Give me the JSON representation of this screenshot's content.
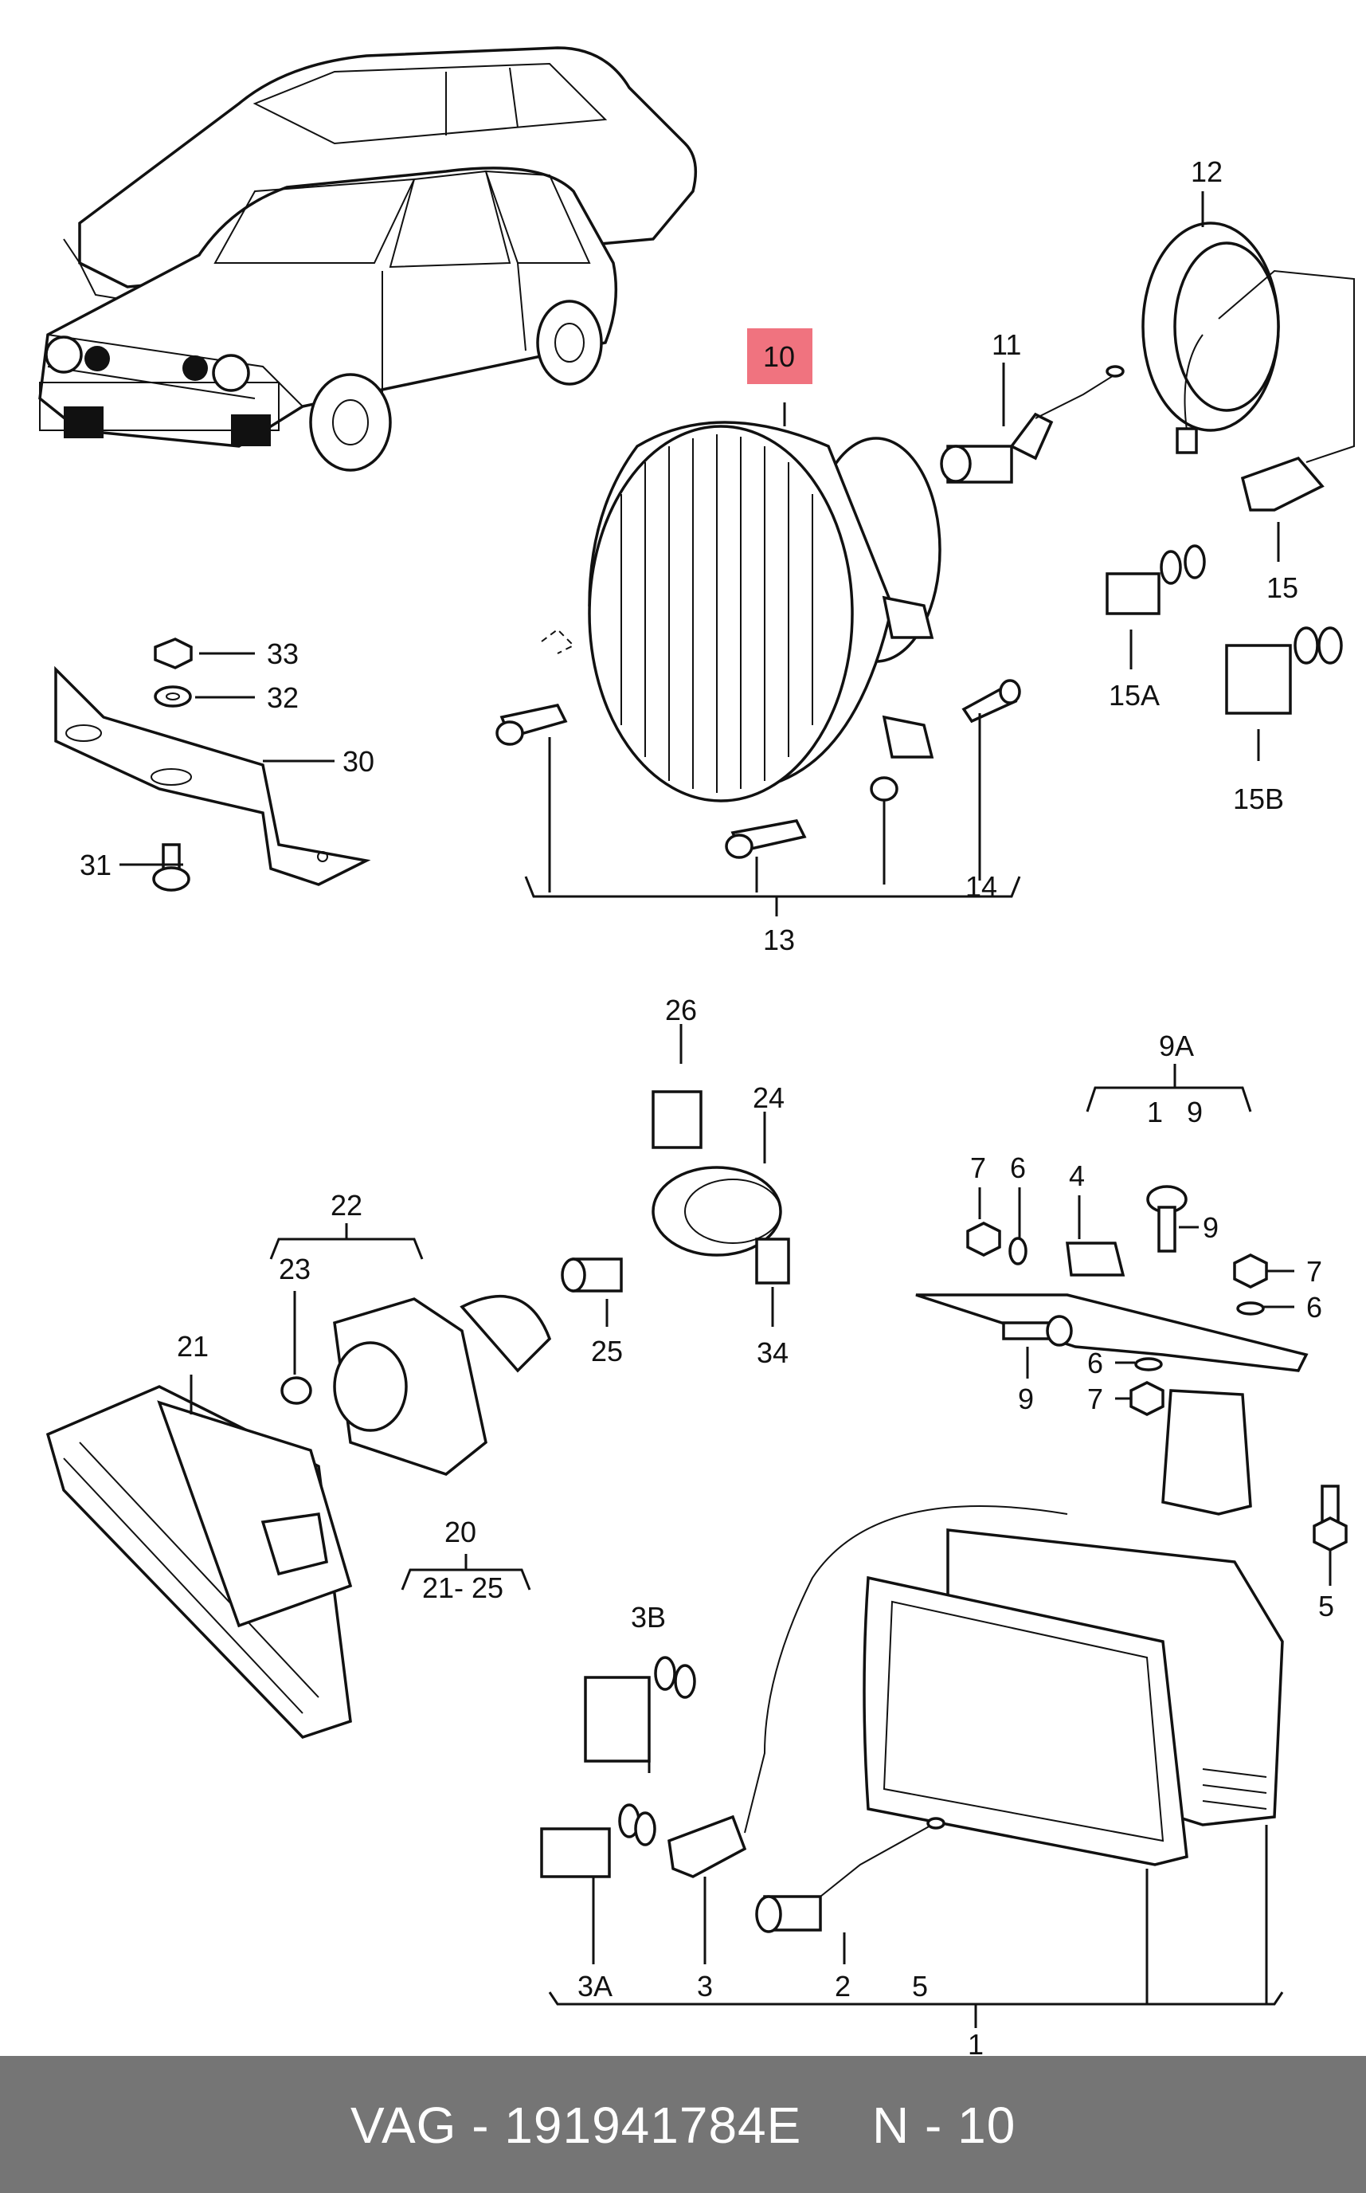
{
  "labels": {
    "l33": "33",
    "l32": "32",
    "l30": "30",
    "l31": "31",
    "l10": "10",
    "l11": "11",
    "l12": "12",
    "l15": "15",
    "l15a": "15A",
    "l15b": "15B",
    "l14": "14",
    "l13": "13",
    "l26": "26",
    "l24": "24",
    "l22": "22",
    "l23": "23",
    "l25": "25",
    "l34": "34",
    "l21": "21",
    "l20": "20",
    "l20range": "21- 25",
    "l9a": "9A",
    "l9a_items": "1   9",
    "l7a": "7",
    "l6a": "6",
    "l4": "4",
    "l9b": "9",
    "l7b": "7",
    "l6b": "6",
    "l9c": "9",
    "l6c": "6",
    "l7c": "7",
    "l5a": "5",
    "l3b": "3B",
    "l3a": "3A",
    "l3": "3",
    "l2": "2",
    "l5b": "5",
    "l1": "1"
  },
  "highlight_color": "#f0737f",
  "footer": {
    "code": "VAG - 191941784E",
    "page": "N - 10"
  }
}
